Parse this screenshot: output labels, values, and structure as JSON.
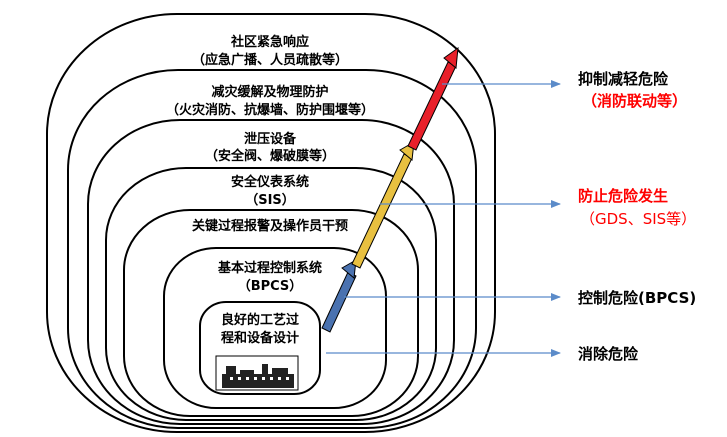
{
  "layers": [
    {
      "line1": "社区紧急响应",
      "line2": "（应急广播、人员疏散等）"
    },
    {
      "line1": "减灾缓解及物理防护",
      "line2": "（火灾消防、抗爆墙、防护围堰等）"
    },
    {
      "line1": "泄压设备",
      "line2": "（安全阀、爆破膜等）"
    },
    {
      "line1": "安全仪表系统",
      "line2": "（SIS）"
    },
    {
      "line1": "关键过程报警及操作员干预",
      "line2": ""
    },
    {
      "line1": "基本过程控制系统",
      "line2": "（BPCS）"
    },
    {
      "line1": "良好的工艺过",
      "line2": "程和设备设计"
    }
  ],
  "right_labels": [
    {
      "line1": "抑制减轻危险",
      "line2": "（消防联动等）",
      "color1": "#000000",
      "color2": "#ff0000"
    },
    {
      "line1": "防止危险发生",
      "line2": "（GDS、SIS等）",
      "color1": "#ff0000",
      "color2": "#ff0000"
    },
    {
      "line1": "控制危险(BPCS)",
      "line2": "",
      "color1": "#000000",
      "color2": "#000000"
    },
    {
      "line1": "消除危险",
      "line2": "",
      "color1": "#000000",
      "color2": "#000000"
    }
  ],
  "colors": {
    "arrow_red": "#e8202a",
    "arrow_yellow": "#e8c040",
    "arrow_blue": "#4a72b0",
    "connector": "#5b8bc9"
  }
}
